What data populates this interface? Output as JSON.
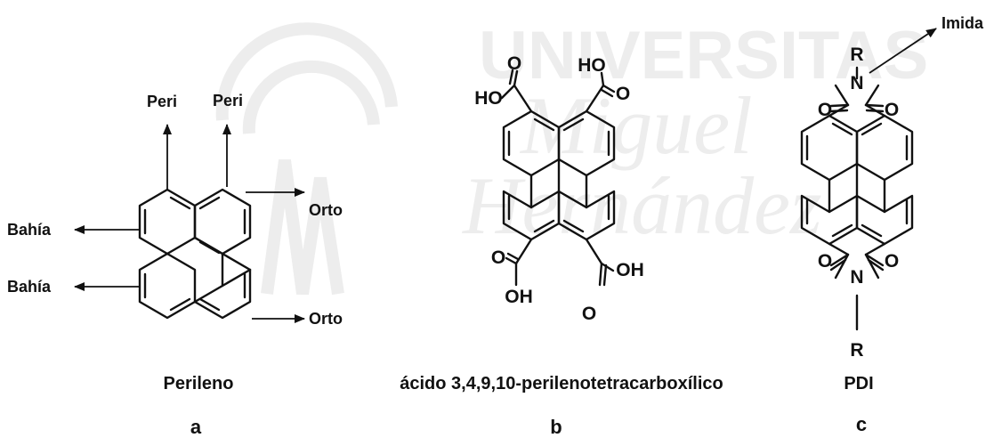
{
  "watermark": {
    "line1": "UNIVERSITAS",
    "line2": "Miguel",
    "line3": "Hernández"
  },
  "structure_a": {
    "labels": {
      "peri_left": "Peri",
      "peri_right": "Peri",
      "bahia_top": "Bahía",
      "bahia_bottom": "Bahía",
      "orto_top": "Orto",
      "orto_bottom": "Orto"
    },
    "name": "Perileno",
    "letter": "a"
  },
  "structure_b": {
    "atoms": {
      "o_top_left": "O",
      "ho_top_left": "HO",
      "ho_top_right": "HO",
      "o_top_right": "O",
      "o_bottom_left": "O",
      "oh_bottom_left": "OH",
      "o_bottom_right": "O",
      "oh_bottom_right": "OH"
    },
    "name": "ácido 3,4,9,10-perilenotetracarboxílico",
    "letter": "b"
  },
  "structure_c": {
    "atoms": {
      "r_top": "R",
      "n_top": "N",
      "o_top_left": "O",
      "o_top_right": "O",
      "n_bottom": "N",
      "o_bottom_left": "O",
      "o_bottom_right": "O",
      "r_bottom": "R"
    },
    "imida_label": "Imida",
    "name": "PDI",
    "letter": "c"
  }
}
